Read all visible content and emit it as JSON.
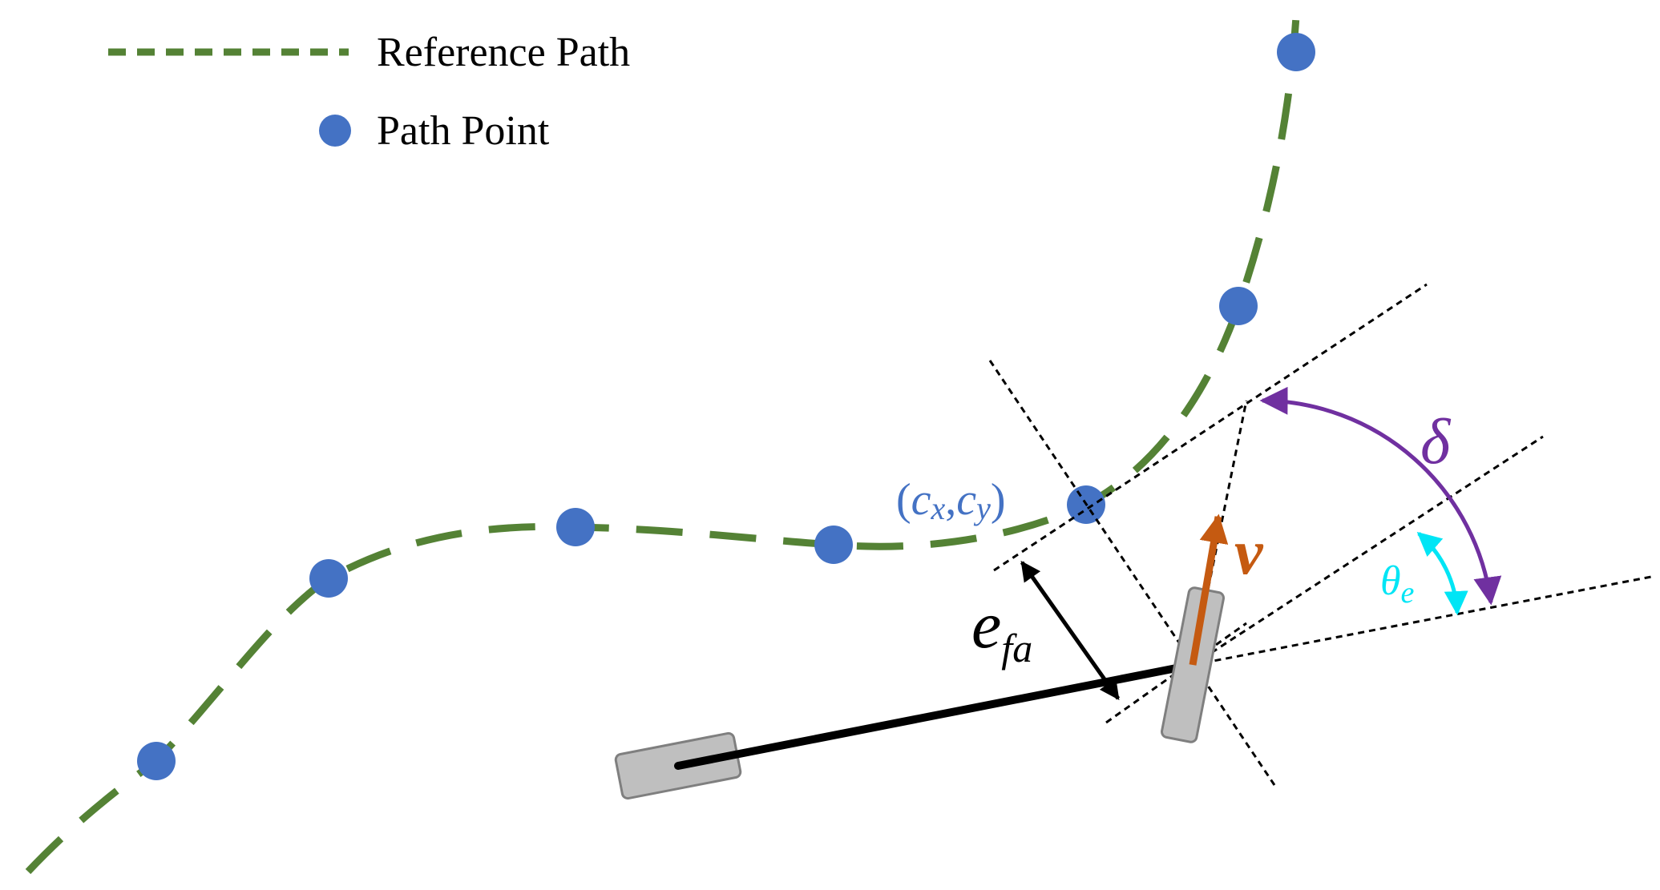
{
  "legend": {
    "reference_path_label": "Reference Path",
    "path_point_label": "Path Point"
  },
  "labels": {
    "closest_point_open": "(",
    "closest_point_cx_main": "c",
    "closest_point_cx_sub": "x",
    "closest_point_comma": ",",
    "closest_point_cy_main": "c",
    "closest_point_cy_sub": "y",
    "closest_point_close": ")",
    "velocity": "v",
    "steering_angle": "δ",
    "heading_error_main": "θ",
    "heading_error_sub": "e",
    "cross_track_main": "e",
    "cross_track_sub": "fa"
  },
  "colors": {
    "path": "#548235",
    "point": "#4472C4",
    "velocity": "#C55A11",
    "steering": "#7030A0",
    "heading_error": "#00E5F5",
    "wheel_fill": "#BFBFBF",
    "wheel_stroke": "#7F7F7F",
    "ink": "#000000"
  }
}
